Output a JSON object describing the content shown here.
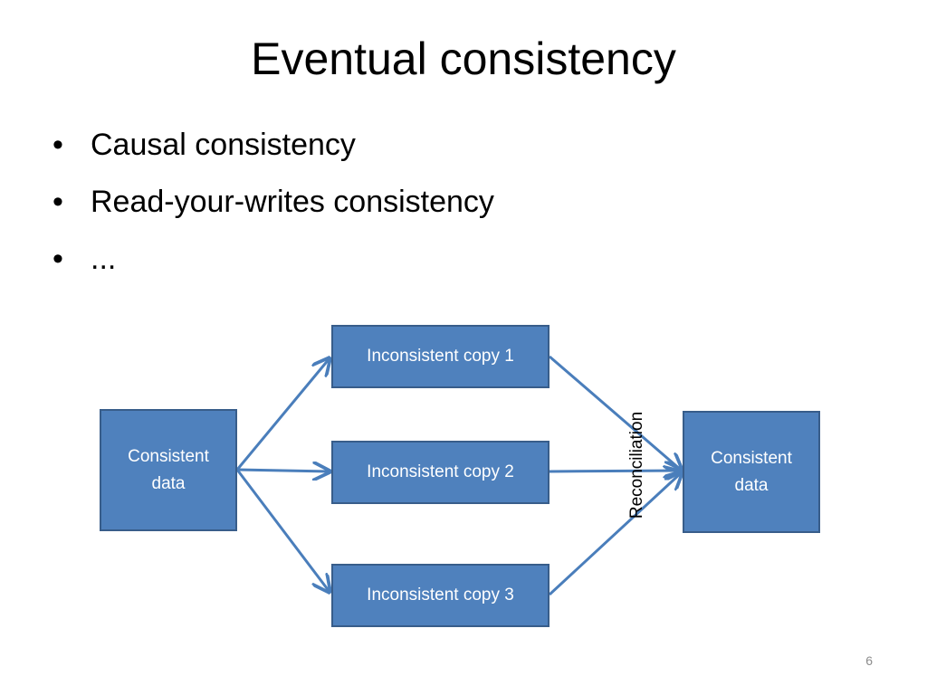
{
  "slide": {
    "title": "Eventual consistency",
    "bullets": [
      "Causal consistency",
      "Read-your-writes consistency",
      "..."
    ],
    "slide_number": "6"
  },
  "diagram": {
    "source_node": {
      "line1": "Consistent",
      "line2": "data"
    },
    "copies": [
      "Inconsistent copy 1",
      "Inconsistent copy 2",
      "Inconsistent copy 3"
    ],
    "target_node": {
      "line1": "Consistent",
      "line2": "data"
    },
    "reconciliation_label": "Reconciliation"
  },
  "colors": {
    "box_fill": "#4f81bd",
    "box_border": "#385d8a",
    "arrow": "#4a7ebb",
    "box_text": "#ffffff"
  }
}
